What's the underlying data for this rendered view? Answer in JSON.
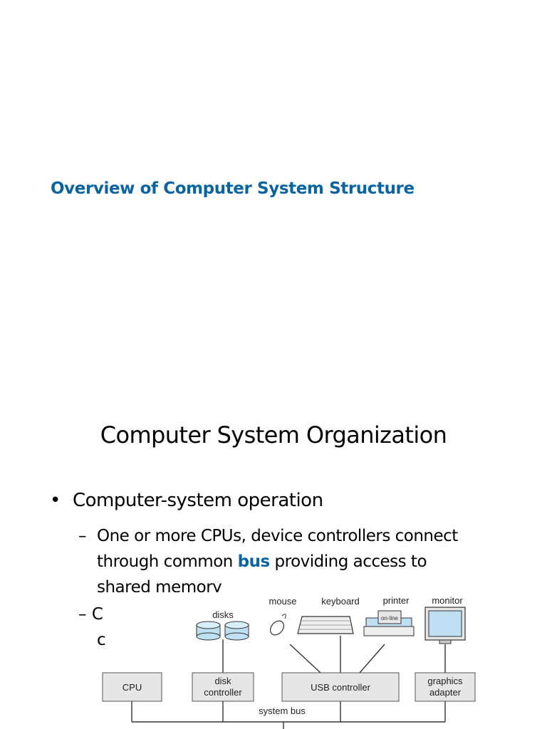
{
  "slide1": {
    "title": "Overview of Computer System Structure"
  },
  "slide2": {
    "title": "Computer System Organization",
    "bullet": "Computer-system operation",
    "sub1": {
      "line1": "One or more CPUs, device controllers connect",
      "line2_pre": "through common ",
      "line2_hl": "bus",
      "line2_post": " providing access to",
      "line3": "shared memory"
    },
    "sub2_partial": {
      "line1": "C",
      "line2": "c"
    },
    "dash": "–",
    "bullet_char": "•"
  },
  "diagram": {
    "labels": {
      "disks": "disks",
      "mouse": "mouse",
      "keyboard": "keyboard",
      "printer": "printer",
      "printer_status": "on-line",
      "monitor": "monitor",
      "cpu": "CPU",
      "disk_controller_1": "disk",
      "disk_controller_2": "controller",
      "usb_controller": "USB controller",
      "graphics_1": "graphics",
      "graphics_2": "adapter",
      "system_bus": "system bus"
    },
    "colors": {
      "box_fill": "#e6e6e6",
      "device_blue": "#bfe0f2",
      "title_blue": "#0a64a0"
    }
  }
}
